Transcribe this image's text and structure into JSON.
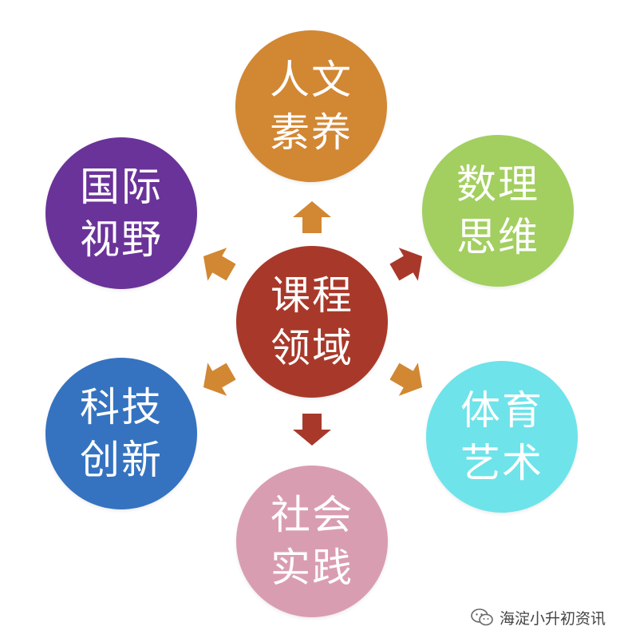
{
  "diagram": {
    "center": {
      "lines": [
        "课程",
        "领域"
      ],
      "color": "#A8392A"
    },
    "nodes": [
      {
        "id": "humanities",
        "lines": [
          "人文",
          "素养"
        ],
        "color": "#D28733"
      },
      {
        "id": "math-thinking",
        "lines": [
          "数理",
          "思维"
        ],
        "color": "#A2CF5F"
      },
      {
        "id": "sports-arts",
        "lines": [
          "体育",
          "艺术"
        ],
        "color": "#6EE3EA"
      },
      {
        "id": "social-practice",
        "lines": [
          "社会",
          "实践"
        ],
        "color": "#D99DB2"
      },
      {
        "id": "tech-innovation",
        "lines": [
          "科技",
          "创新"
        ],
        "color": "#3573C0"
      },
      {
        "id": "global-vision",
        "lines": [
          "国际",
          "视野"
        ],
        "color": "#6A3399"
      }
    ],
    "arrow_colors": {
      "up": "#D28733",
      "upper-right": "#A8392A",
      "lower-right": "#D28733",
      "down": "#A8392A",
      "lower-left": "#D28733",
      "upper-left": "#D28733"
    }
  },
  "watermark": {
    "text": "海淀小升初资讯",
    "icon": "wechat-icon"
  }
}
